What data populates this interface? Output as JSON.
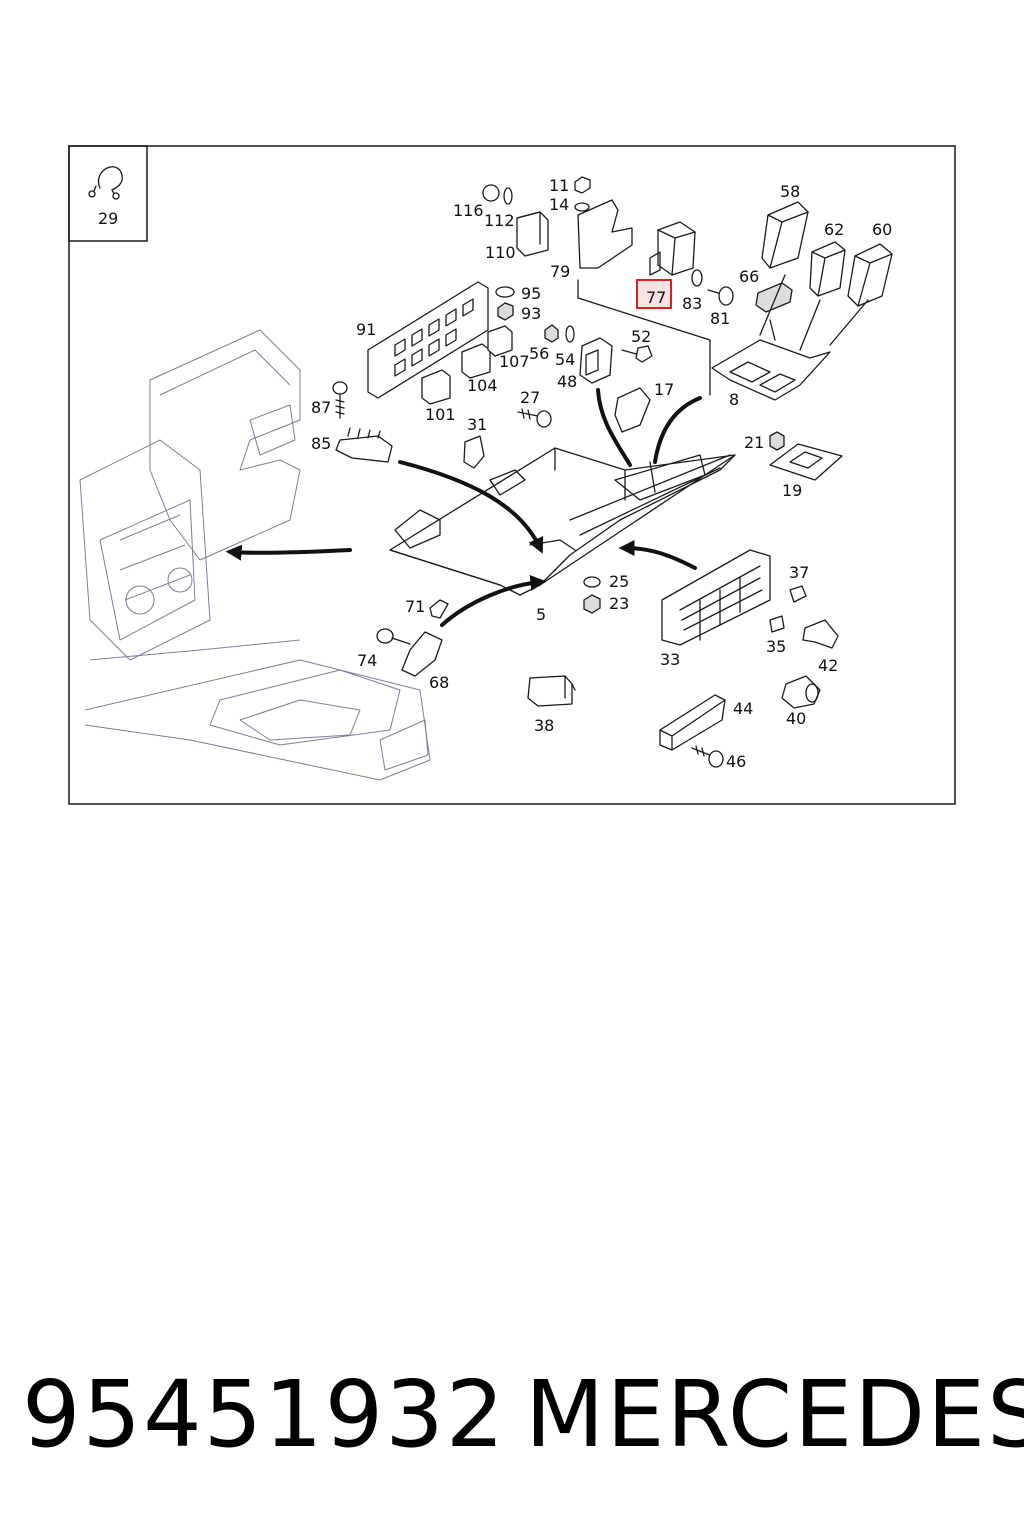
{
  "diagram": {
    "inset_label": "29",
    "highlight_color": "#e02020",
    "highlighted_part": "77",
    "labels": [
      "116",
      "112",
      "110",
      "11",
      "14",
      "79",
      "77",
      "83",
      "81",
      "58",
      "62",
      "60",
      "66",
      "95",
      "93",
      "91",
      "107",
      "56",
      "54",
      "48",
      "52",
      "104",
      "101",
      "87",
      "27",
      "31",
      "17",
      "8",
      "85",
      "21",
      "19",
      "5",
      "25",
      "23",
      "71",
      "74",
      "68",
      "37",
      "35",
      "42",
      "33",
      "38",
      "44",
      "40",
      "46"
    ]
  },
  "footer": {
    "part_number": "95451932",
    "brand": "MERCEDES"
  }
}
